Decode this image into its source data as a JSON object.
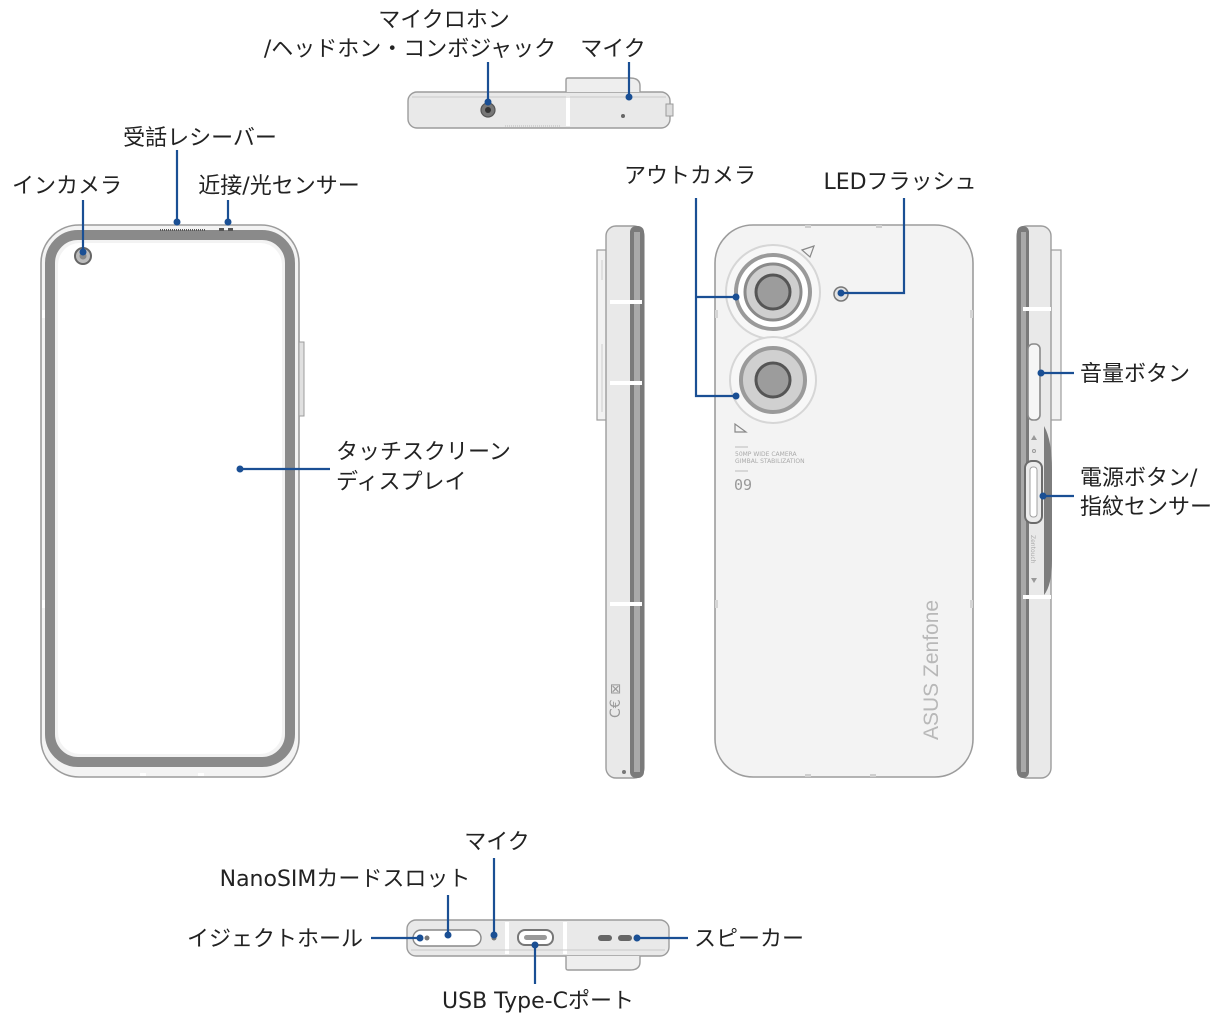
{
  "labels": {
    "top_jack_line1": "マイクロホン",
    "top_jack_line2": "/ヘッドホン・コンボジャック",
    "top_mic": "マイク",
    "receiver": "受話レシーバー",
    "front_camera": "インカメラ",
    "proximity_sensor": "近接/光センサー",
    "touchscreen_line1": "タッチスクリーン",
    "touchscreen_line2": "ディスプレイ",
    "rear_camera": "アウトカメラ",
    "led_flash": "LEDフラッシュ",
    "volume_button": "音量ボタン",
    "power_line1": "電源ボタン/",
    "power_line2": "指紋センサー",
    "bottom_mic": "マイク",
    "nanosim_slot": "NanoSIMカードスロット",
    "eject_hole": "イジェクトホール",
    "speaker": "スピーカー",
    "usb_port": "USB Type-Cポート"
  },
  "device_print": {
    "brand": "ASUS Zenfone",
    "model": "09",
    "camera_spec_line1": "50MP WIDE CAMERA",
    "camera_spec_line2": "GIMBAL STABILIZATION",
    "side_label": "Zentouch"
  },
  "colors": {
    "leader": "#1a4f94",
    "device_body": "#f3f3f3",
    "bezel": "#8a8a8a"
  }
}
